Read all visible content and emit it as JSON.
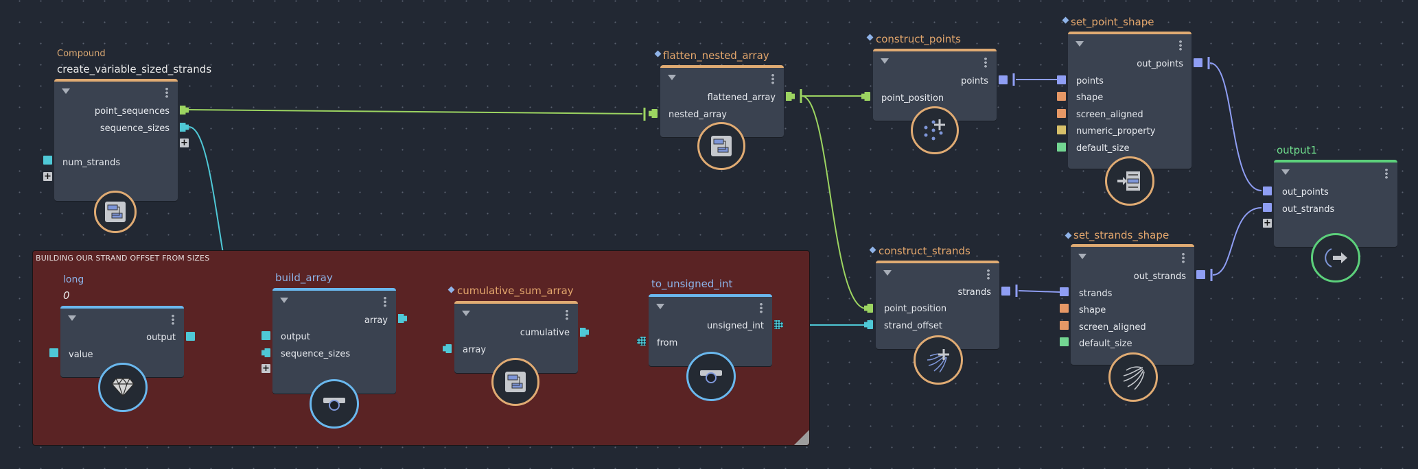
{
  "canvas": {
    "background": "#222833"
  },
  "backdrop": {
    "title": "BUILDING OUR STRAND OFFSET FROM SIZES",
    "color": "#5a2324"
  },
  "nodes": {
    "compound": {
      "category": "Compound",
      "title": "create_variable_sized_strands",
      "outputs": [
        "point_sequences",
        "sequence_sizes"
      ],
      "inputs": [
        "num_strands"
      ],
      "icon": "compound-icon"
    },
    "long": {
      "title": "long",
      "value": "0",
      "outputs": [
        "output"
      ],
      "inputs": [
        "value"
      ],
      "icon": "diamond-gem-icon"
    },
    "build_array": {
      "title": "build_array",
      "outputs": [
        "array"
      ],
      "inputs": [
        "output",
        "sequence_sizes"
      ],
      "icon": "build-array-icon"
    },
    "cumulative_sum_array": {
      "title": "cumulative_sum_array",
      "outputs": [
        "cumulative"
      ],
      "inputs": [
        "array"
      ],
      "icon": "compound-icon"
    },
    "to_unsigned_int": {
      "title": "to_unsigned_int",
      "outputs": [
        "unsigned_int"
      ],
      "inputs": [
        "from"
      ],
      "icon": "convert-icon"
    },
    "flatten_nested_array": {
      "title": "flatten_nested_array",
      "outputs": [
        "flattened_array"
      ],
      "inputs": [
        "nested_array"
      ],
      "icon": "compound-icon"
    },
    "construct_points": {
      "title": "construct_points",
      "outputs": [
        "points"
      ],
      "inputs": [
        "point_position"
      ],
      "icon": "points-add-icon"
    },
    "set_point_shape": {
      "title": "set_point_shape",
      "outputs": [
        "out_points"
      ],
      "inputs": [
        "points",
        "shape",
        "screen_aligned",
        "numeric_property",
        "default_size"
      ],
      "icon": "set-shape-icon"
    },
    "construct_strands": {
      "title": "construct_strands",
      "outputs": [
        "strands"
      ],
      "inputs": [
        "point_position",
        "strand_offset"
      ],
      "icon": "strands-add-icon"
    },
    "set_strands_shape": {
      "title": "set_strands_shape",
      "outputs": [
        "out_strands"
      ],
      "inputs": [
        "strands",
        "shape",
        "screen_aligned",
        "default_size"
      ],
      "icon": "strands-icon"
    },
    "output1": {
      "title": "output1",
      "inputs": [
        "out_points",
        "out_strands"
      ],
      "icon": "output-arrow-icon"
    }
  },
  "colors": {
    "compound_accent": "#e0ab73",
    "value_accent": "#6ab8ee",
    "output_accent": "#5cd07b",
    "port_array_green": "#9cd461",
    "port_cyan": "#4fc8d6",
    "port_purple": "#8f9ef4",
    "port_orange": "#e69866",
    "port_yellow": "#d7c06a",
    "port_mint": "#73d692"
  }
}
